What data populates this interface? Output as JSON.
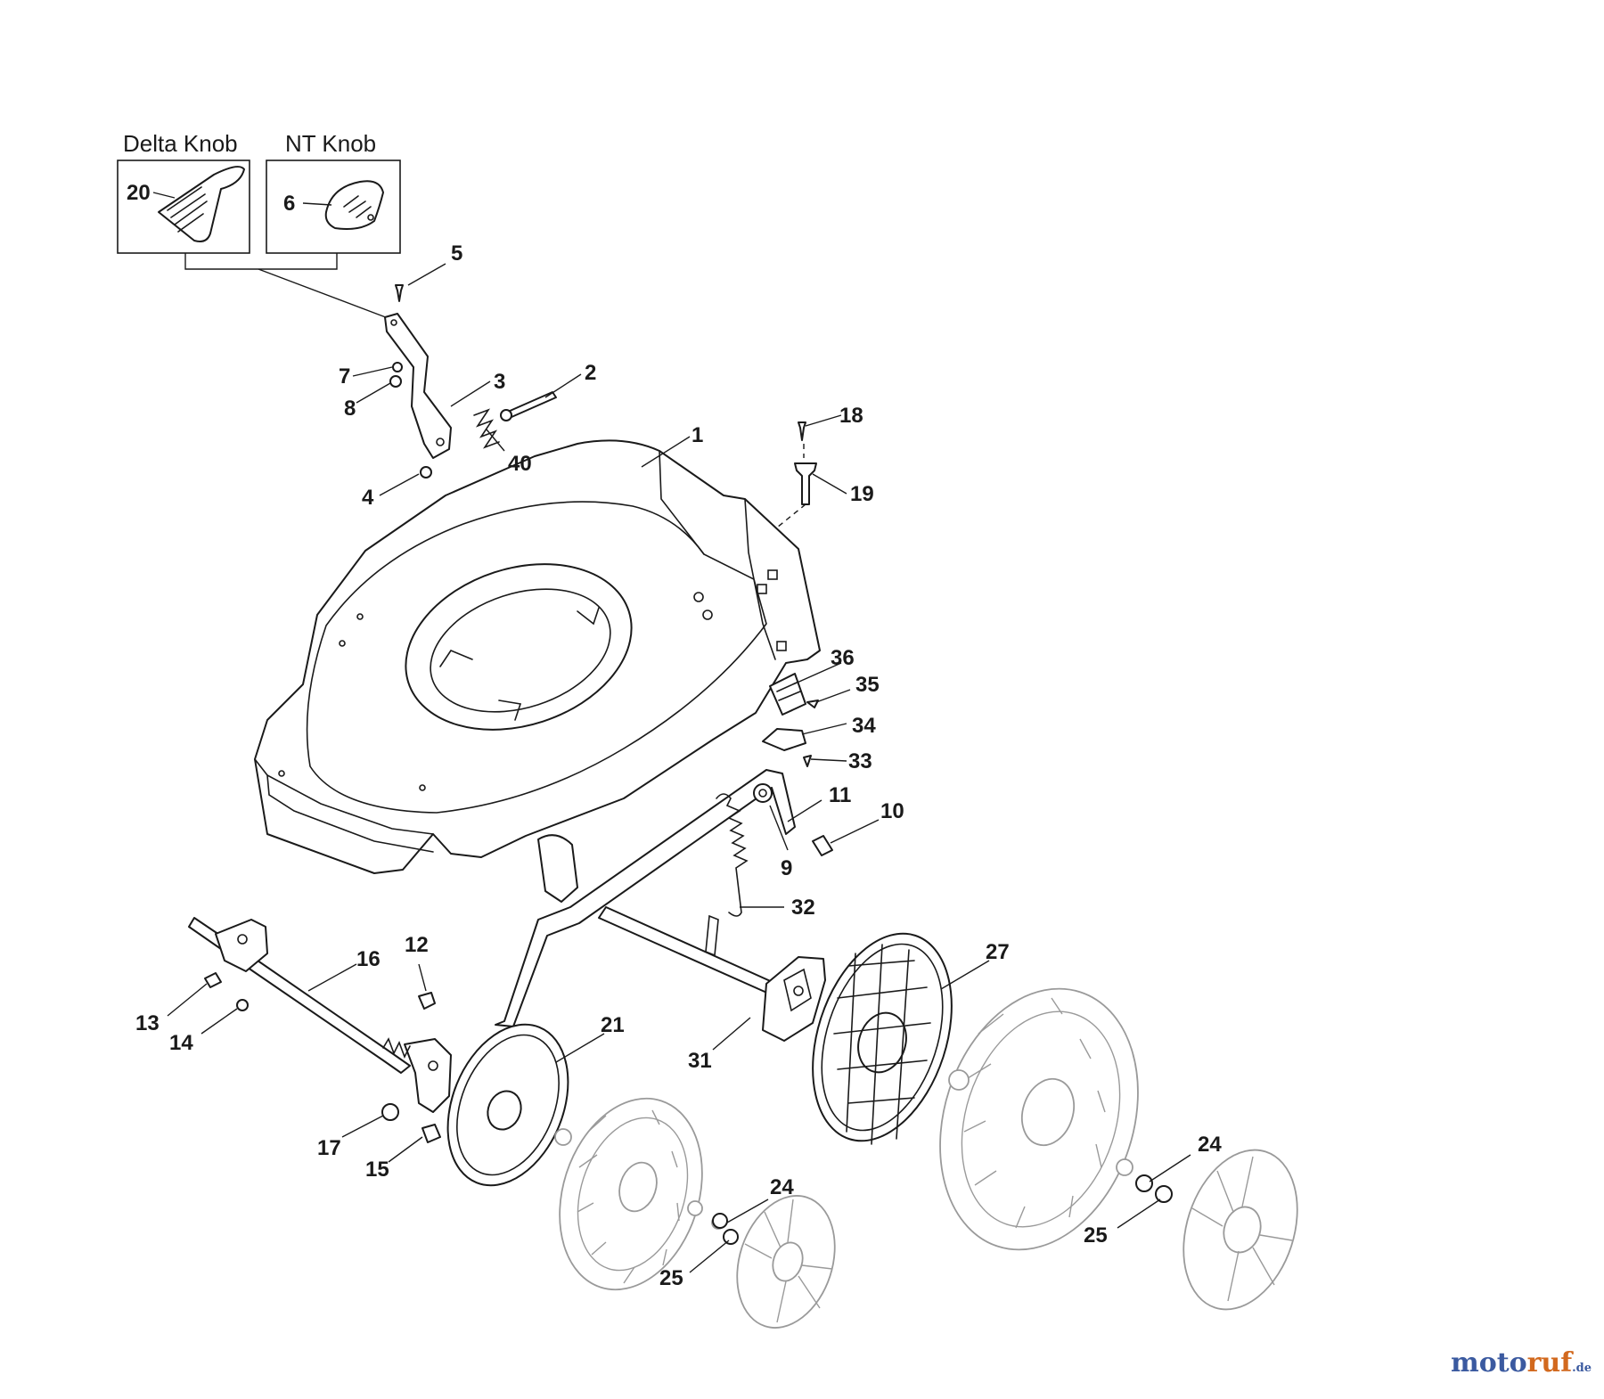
{
  "insets": {
    "delta_title": "Delta Knob",
    "nt_title": "NT Knob"
  },
  "callouts": [
    "20",
    "6",
    "5",
    "7",
    "8",
    "3",
    "2",
    "40",
    "4",
    "1",
    "18",
    "19",
    "36",
    "35",
    "34",
    "33",
    "11",
    "10",
    "9",
    "32",
    "12",
    "16",
    "13",
    "14",
    "21",
    "31",
    "27",
    "17",
    "15",
    "24",
    "25",
    "24",
    "25"
  ],
  "watermark": {
    "part1": "moto",
    "part2": "ruf",
    "part3": ".de"
  },
  "icons": [
    "mower-deck",
    "height-lever",
    "rear-axle",
    "front-axle",
    "wheel",
    "hubcap",
    "grass-deflector"
  ]
}
